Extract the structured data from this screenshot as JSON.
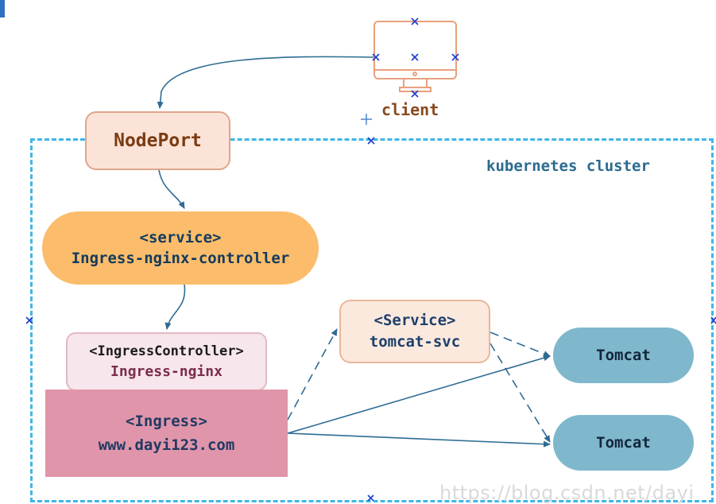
{
  "diagram": {
    "cluster_label": "kubernetes cluster",
    "client_label": "client",
    "nodeport_label": "NodePort",
    "ingress_controller_service": {
      "line1": "<service>",
      "line2": "Ingress-nginx-controller"
    },
    "ingress_controller": {
      "line1": "<IngressController>",
      "line2": "Ingress-nginx"
    },
    "ingress": {
      "line1": "<Ingress>",
      "line2": "www.dayi123.com"
    },
    "tomcat_service": {
      "line1": "<Service>",
      "line2": "tomcat-svc"
    },
    "tomcat_pods": [
      "Tomcat",
      "Tomcat"
    ],
    "watermark": "https://blog.csdn.net/dayi"
  },
  "colors": {
    "cluster_border": "#3fb6e6",
    "nodeport_fill": "#fbe3d7",
    "service_fill": "#fbbd6b",
    "ingress_controller_fill": "#f7e6ec",
    "ingress_fill": "#e195aa",
    "tomcat_service_fill": "#fbe9de",
    "tomcat_fill": "#7fb8cd",
    "arrow": "#2e6b93",
    "computer_outline": "#e8a07d",
    "selection_mark": "#1d3ccf"
  }
}
